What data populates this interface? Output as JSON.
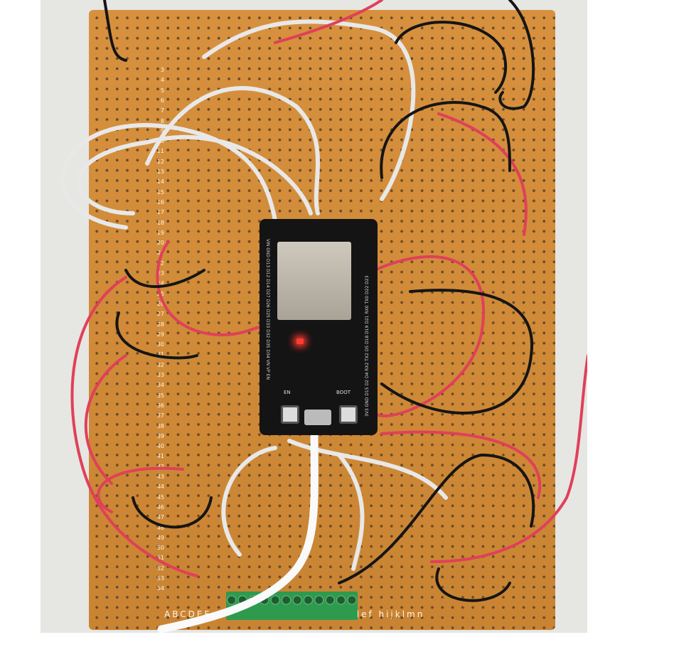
{
  "board": {
    "row_labels": [
      "3",
      "4",
      "5",
      "6",
      "7",
      "8",
      "9",
      "10",
      "11",
      "12",
      "13",
      "14",
      "15",
      "16",
      "17",
      "18",
      "19",
      "20",
      "21",
      "22",
      "23",
      "24",
      "25",
      "26",
      "27",
      "28",
      "29",
      "30",
      "31",
      "32",
      "33",
      "34",
      "35",
      "36",
      "37",
      "38",
      "39",
      "40",
      "41",
      "42",
      "43",
      "44",
      "45",
      "46",
      "47",
      "48",
      "49",
      "50",
      "51",
      "52",
      "53",
      "54"
    ],
    "column_labels": "ABCDEF             TUVWXYZabcdef hijklmn"
  },
  "module": {
    "left_pins": "VIN GND D13 D12 D14 D27 D26 D25 D33 D32 D35 D34 VN VP EN",
    "right_pins": "3V3 GND D15 D2 D4 RX2 TX2 D5 D18 D19 D21 RX0 TX0 D22 D23",
    "en_label": "EN",
    "boot_label": "BOOT"
  },
  "colors": {
    "board": "#d7913e",
    "red_wire": "#e0405a",
    "white_wire": "#e8e8e8",
    "black_wire": "#151515"
  }
}
